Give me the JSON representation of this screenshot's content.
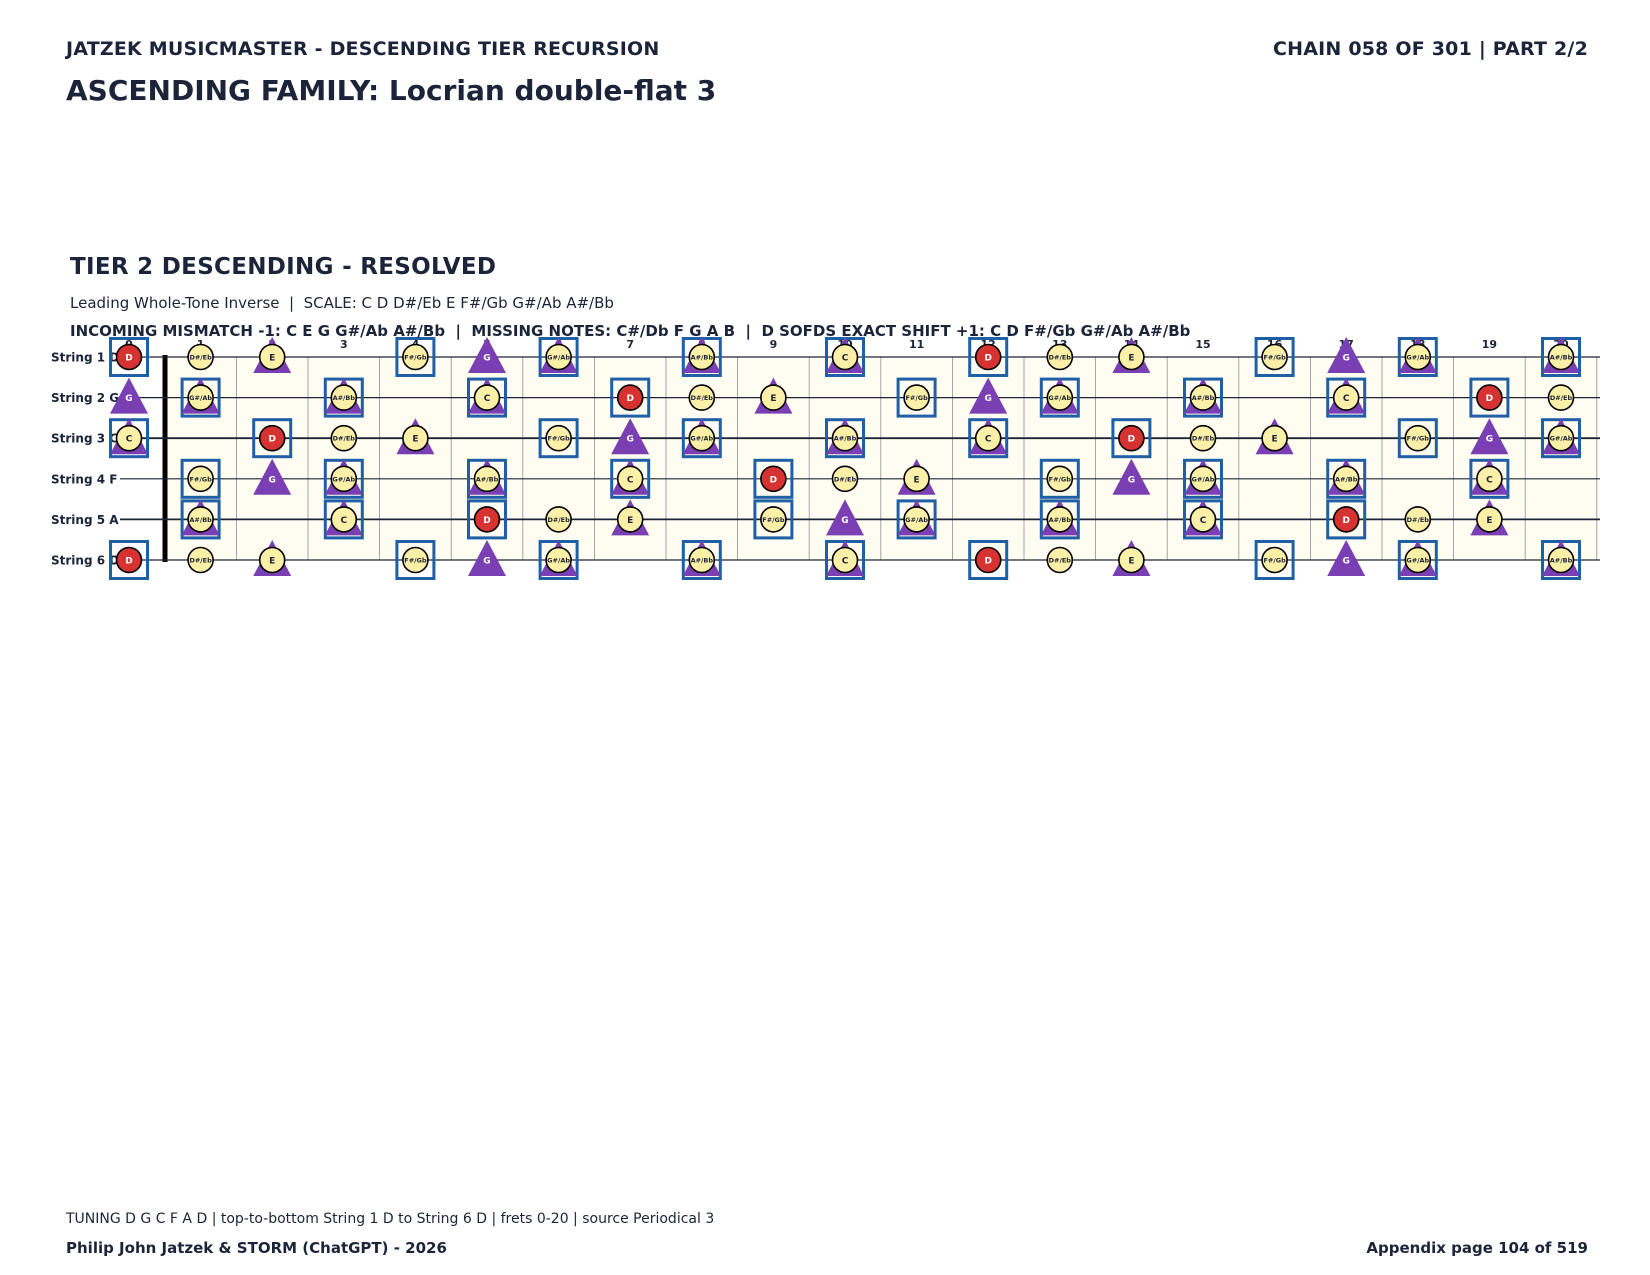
{
  "header": {
    "series_title": "JATZEK MUSICMASTER - DESCENDING TIER RECURSION",
    "chain_info": "CHAIN 058 OF 301  |  PART 2/2",
    "family_title": "ASCENDING FAMILY: Locrian double-flat 3"
  },
  "tier": {
    "title": "TIER 2 DESCENDING - RESOLVED",
    "subtitle": "Leading Whole-Tone Inverse  |  SCALE: C D D#/Eb E F#/Gb G#/Ab A#/Bb",
    "info": "INCOMING MISMATCH -1: C E G G#/Ab A#/Bb  |  MISSING NOTES: C#/Db F G A B  |  D SOFDS EXACT SHIFT +1: C D F#/Gb G#/Ab A#/Bb"
  },
  "fretboard": {
    "fret_numbers": [
      "0",
      "1",
      "2",
      "3",
      "4",
      "5",
      "6",
      "7",
      "8",
      "9",
      "10",
      "11",
      "12",
      "13",
      "14",
      "15",
      "16",
      "17",
      "18",
      "19",
      "20"
    ],
    "strings": [
      {
        "label": "String 1  D",
        "open": "D"
      },
      {
        "label": "String 2  G",
        "open": "G"
      },
      {
        "label": "String 3  C",
        "open": "C"
      },
      {
        "label": "String 4  F",
        "open": "F"
      },
      {
        "label": "String 5  A",
        "open": "A"
      },
      {
        "label": "String 6  D",
        "open": "D"
      }
    ],
    "chromatic": [
      "C",
      "C#/Db",
      "D",
      "D#/Eb",
      "E",
      "F",
      "F#/Gb",
      "G",
      "G#/Ab",
      "A",
      "A#/Bb",
      "B"
    ],
    "scale_notes": [
      "C",
      "D",
      "D#/Eb",
      "E",
      "F#/Gb",
      "G#/Ab",
      "A#/Bb"
    ],
    "triangle_notes": [
      "C",
      "E",
      "G",
      "G#/Ab",
      "A#/Bb"
    ],
    "box_notes": [
      "C",
      "D",
      "F#/Gb",
      "G#/Ab",
      "A#/Bb"
    ],
    "root": "D",
    "colors": {
      "board": "#fffdf2",
      "root_fill": "#d63232",
      "note_fill": "#fcf0a8",
      "triangle": "#7a3fb3",
      "box": "#1f5fa6",
      "line": "#1b2438"
    }
  },
  "footer": {
    "tuning": "TUNING D G C F A D | top-to-bottom String 1 D to String 6 D | frets 0-20 | source Periodical 3",
    "credit": "Philip John Jatzek & STORM (ChatGPT) - 2026",
    "page": "Appendix page 104 of 519"
  }
}
